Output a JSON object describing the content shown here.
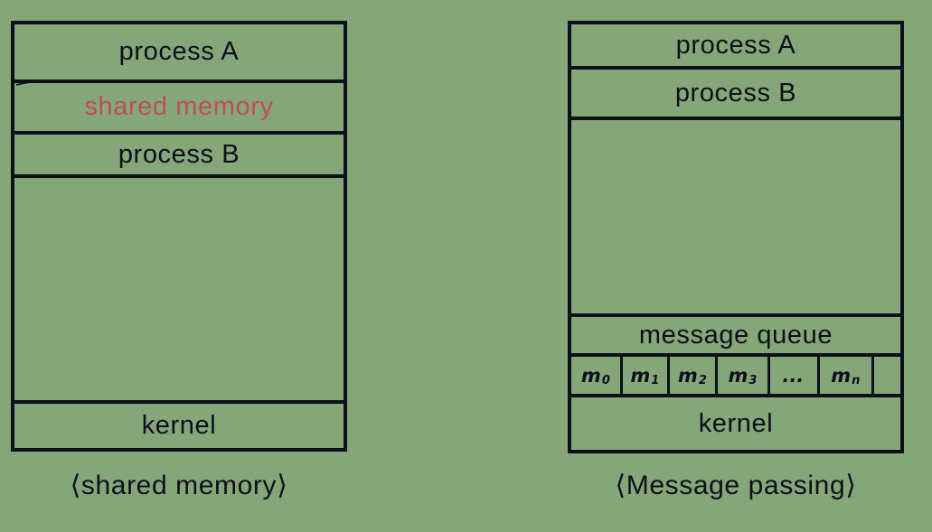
{
  "palette": {
    "background": "#85a679",
    "ink": "#0d0f1a",
    "accent_red": "#bf4d53"
  },
  "left_diagram": {
    "rows": {
      "process_a": "process A",
      "shared_memory": "shared memory",
      "process_b": "process B",
      "kernel": "kernel"
    },
    "caption": "⟨shared memory⟩"
  },
  "right_diagram": {
    "rows": {
      "process_a": "process A",
      "process_b": "process B",
      "message_queue": "message queue",
      "kernel": "kernel"
    },
    "cells": [
      {
        "base": "m",
        "sub": "0"
      },
      {
        "base": "m",
        "sub": "1"
      },
      {
        "base": "m",
        "sub": "2"
      },
      {
        "base": "m",
        "sub": "3"
      },
      {
        "base": "...",
        "sub": ""
      },
      {
        "base": "m",
        "sub": "n"
      },
      {
        "base": "",
        "sub": ""
      }
    ],
    "caption": "⟨Message passing⟩"
  }
}
